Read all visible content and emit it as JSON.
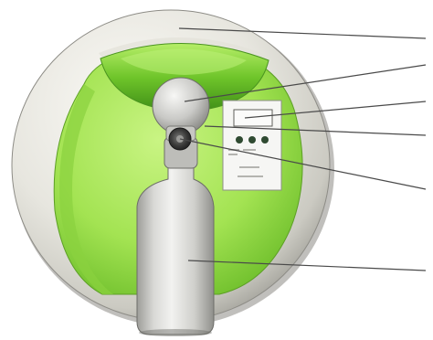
{
  "diagram": {
    "subject": "oxygen-bottle-device",
    "colors": {
      "background": "#ffffff",
      "shell": "#ecebe4",
      "shell_shadow": "#a9a89f",
      "green": "#9fe04e",
      "green_bright": "#c6f27a",
      "green_dark": "#55a420",
      "bottle": "#d8d8d6",
      "bottle_shadow": "#9c9c98",
      "panel": "#f6f6f4",
      "panel_button": "#38503a",
      "outline": "#5f5f5a",
      "leader_line": "#4a4a4a"
    },
    "callouts": [
      {
        "target": "outer-shell"
      },
      {
        "target": "regulator-top"
      },
      {
        "target": "display-window"
      },
      {
        "target": "control-panel"
      },
      {
        "target": "valve-knob"
      },
      {
        "target": "oxygen-bottle"
      }
    ]
  }
}
